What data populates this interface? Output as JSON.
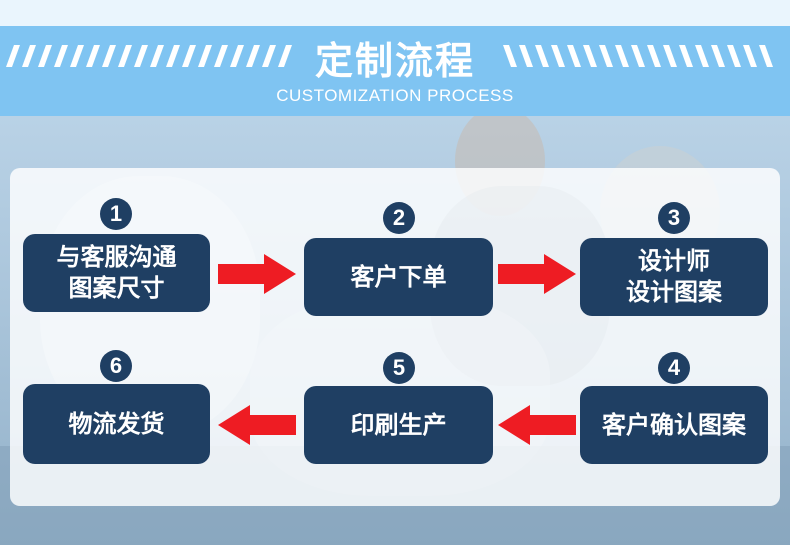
{
  "header": {
    "title": "定制流程",
    "subtitle": "CUSTOMIZATION PROCESS"
  },
  "colors": {
    "header_band": "#7fc4f2",
    "step_box": "#1f3f63",
    "arrow": "#ee1c23",
    "panel": "#ffffff"
  },
  "steps": [
    {
      "number": "1",
      "label": "与客服沟通\n图案尺寸"
    },
    {
      "number": "2",
      "label": "客户下单"
    },
    {
      "number": "3",
      "label": "设计师\n设计图案"
    },
    {
      "number": "4",
      "label": "客户确认图案"
    },
    {
      "number": "5",
      "label": "印刷生产"
    },
    {
      "number": "6",
      "label": "物流发货"
    }
  ],
  "icons": {
    "step_badge": "number-circle-icon",
    "arrow_right": "arrow-right-icon",
    "arrow_left": "arrow-left-icon"
  }
}
